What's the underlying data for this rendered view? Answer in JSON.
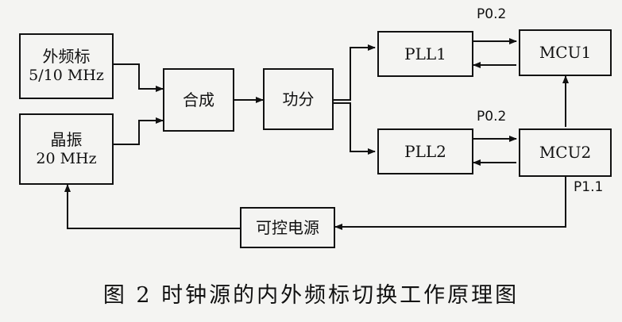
{
  "blocks": {
    "ext_ref": {
      "line1": "外频标",
      "line2": "5/10 MHz"
    },
    "crystal": {
      "line1": "晶振",
      "line2": "20 MHz"
    },
    "combiner": {
      "label": "合成"
    },
    "splitter": {
      "label": "功分"
    },
    "pll1": {
      "label": "PLL1"
    },
    "pll2": {
      "label": "PLL2"
    },
    "mcu1": {
      "label": "MCU1"
    },
    "mcu2": {
      "label": "MCU2"
    },
    "power": {
      "label": "可控电源"
    }
  },
  "pins": {
    "p02_top": "P0.2",
    "p02_bottom": "P0.2",
    "p11": "P1.1"
  },
  "caption": "图 2   时钟源的内外频标切换工作原理图",
  "colors": {
    "line": "#111111",
    "background": "#f4f4f2"
  }
}
